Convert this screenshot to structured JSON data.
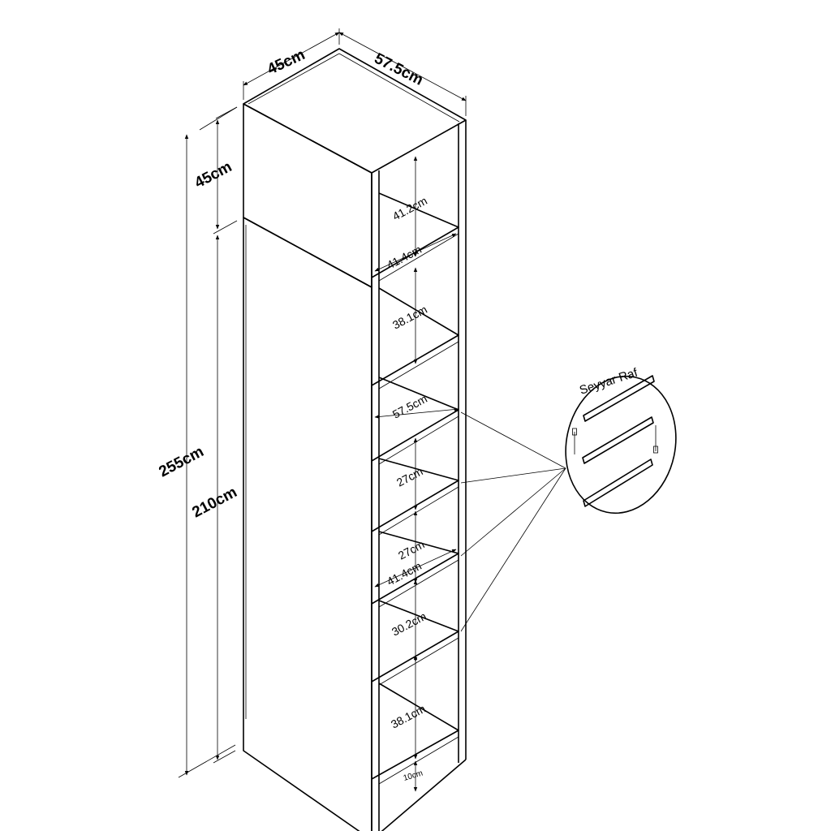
{
  "dimensions": {
    "top_depth": "45cm",
    "top_width": "57.5cm",
    "top_height": "45cm",
    "total_height": "255cm",
    "lower_height": "210cm",
    "shelf_1": "41.2cm",
    "width_1": "41.4cm",
    "shelf_2": "38.1cm",
    "width_mid": "57.5cm",
    "shelf_3": "27cm",
    "shelf_4": "27cm",
    "width_2": "41.4cm",
    "shelf_5": "30.2cm",
    "shelf_6": "38.1cm",
    "base": "10cm"
  },
  "detail": {
    "label": "Seyyar Raf"
  }
}
